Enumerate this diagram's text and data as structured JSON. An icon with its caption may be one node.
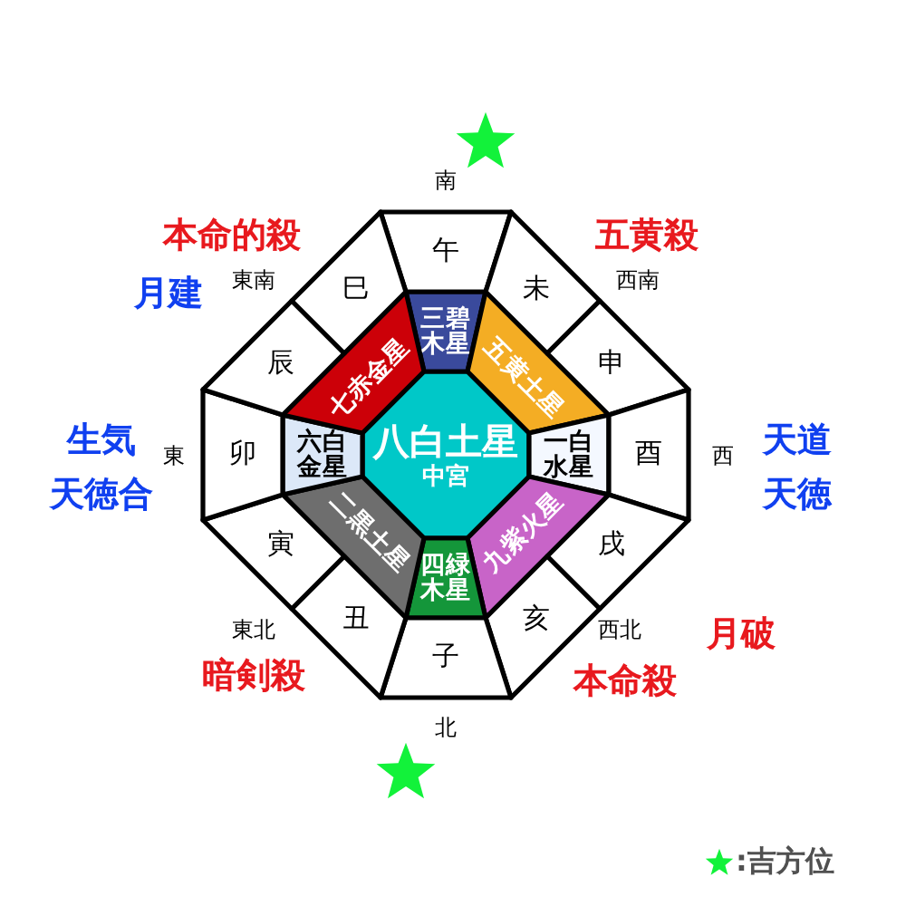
{
  "diagram": {
    "nodes": [
      {
        "text": [
          "八白土星",
          "中宮"
        ]
      },
      {
        "text": [
          "三碧木星"
        ]
      },
      {
        "text": [
          "五黄土星"
        ]
      },
      {
        "text": [
          "一白水星"
        ]
      },
      {
        "text": [
          "九紫火星"
        ]
      },
      {
        "text": [
          "四緑木星"
        ]
      },
      {
        "text": [
          "二黒土星"
        ]
      },
      {
        "text": [
          "六白金星"
        ]
      },
      {
        "text": [
          "七赤金星"
        ]
      },
      {
        "text": [
          "午"
        ]
      },
      {
        "text": [
          "未"
        ]
      },
      {
        "text": [
          "申"
        ]
      },
      {
        "text": [
          "酉"
        ]
      },
      {
        "text": [
          "戌"
        ]
      },
      {
        "text": [
          "亥"
        ]
      },
      {
        "text": [
          "子"
        ]
      },
      {
        "text": [
          "丑"
        ]
      },
      {
        "text": [
          "寅"
        ]
      },
      {
        "text": [
          "卯"
        ]
      },
      {
        "text": [
          "辰"
        ]
      },
      {
        "text": [
          "巳"
        ]
      }
    ],
    "labels": [
      "南",
      "本命的殺",
      "五黄殺",
      "東南",
      "西南",
      "月建",
      "生気",
      "天道",
      "東",
      "西",
      "天徳合",
      "天徳",
      "東北",
      "西北",
      "月破",
      "暗剣殺",
      "本命殺",
      "北"
    ],
    "legend": [
      {
        "text": ":吉方位"
      }
    ]
  }
}
